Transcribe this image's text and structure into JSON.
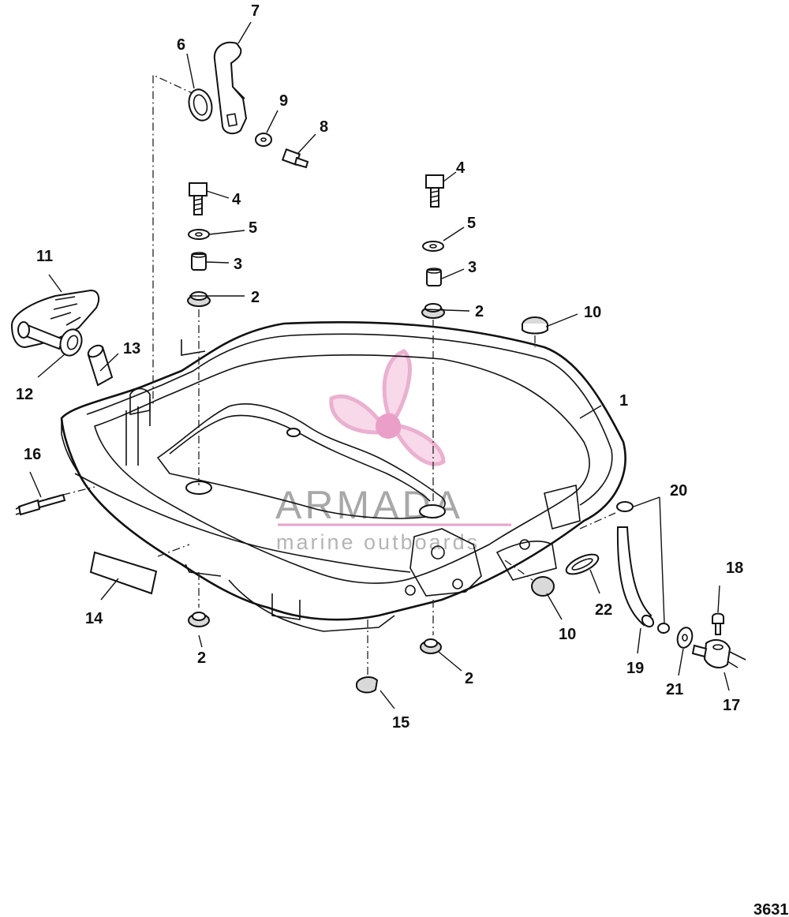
{
  "figure_number": "3631",
  "watermark": {
    "brand": "ARMADA",
    "tagline": "marine outboards",
    "logo_color": "#e8a3c8"
  },
  "callouts": [
    "1",
    "2",
    "2",
    "2",
    "2",
    "3",
    "3",
    "4",
    "4",
    "5",
    "5",
    "6",
    "7",
    "8",
    "9",
    "10",
    "10",
    "11",
    "12",
    "13",
    "14",
    "15",
    "16",
    "17",
    "18",
    "19",
    "20",
    "21",
    "22"
  ]
}
